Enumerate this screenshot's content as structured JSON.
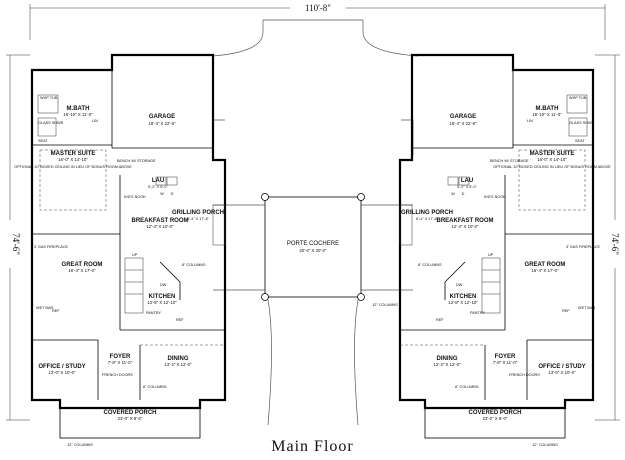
{
  "dimensions": {
    "overall_width": "110'-8\"",
    "overall_depth_left": "74'-6\"",
    "overall_depth_right": "74'-6\""
  },
  "center": {
    "porte_cochere_name": "PORTE COCHERE",
    "porte_cochere_size": "20'-0\" X 20'-0\"",
    "columns_note": "12\" COLUMNS"
  },
  "unit_left": {
    "whirlpool_tub": "WHP TUB",
    "glass_shower": "GLASS SHWR",
    "seat": "SEAT",
    "lin": "LIN",
    "master_bath_name": "M.BATH",
    "master_bath_size": "15'-10\" X 11'-0\"",
    "garage_name": "GARAGE",
    "garage_size": "18'-4\" X 22'-6\"",
    "bench": "BENCH W/ STORAGE",
    "master_suite_name": "MASTER SUITE",
    "master_suite_size": "16'-0\" X 14'-10\"",
    "master_suite_note": "OPTIONAL 10' BOXED CEILING IN LIEU OF BONUS ROOM ABOVE",
    "laundry_name": "LAU",
    "laundry_size": "5'-2\" X 6'-0\"",
    "washer": "W",
    "dryer": "D",
    "kids_nook": "KID'S NOOK",
    "grilling_porch_name": "GRILLING PORCH",
    "grilling_porch_size": "6'-4\" X 17'-8\"",
    "breakfast_name": "BREAKFAST ROOM",
    "breakfast_size": "12'-4\" X 10'-0\"",
    "gas_fireplace": "3' GAS FIREPLACE",
    "great_room_name": "GREAT ROOM",
    "great_room_size": "16'-4\" X 17'-0\"",
    "up": "UP",
    "dw": "DW",
    "columns_8": "8\" COLUMNS",
    "kitchen_name": "KITCHEN",
    "kitchen_size": "13'-8\" X 12'-10\"",
    "wet_bar": "WET BAR",
    "ref": "REF",
    "pantry": "PANTRY",
    "office_name": "OFFICE / STUDY",
    "office_size": "13'-0\" X 10'-0\"",
    "foyer_name": "FOYER",
    "foyer_size": "7'-8\" X 11'-0\"",
    "french_doors": "FRENCH DOORS",
    "dining_name": "DINING",
    "dining_size": "13'-2\" X 12'-0\"",
    "columns_8_lower": "8\" COLUMNS",
    "covered_porch_name": "COVERED PORCH",
    "covered_porch_size": "23'-0\" X 8'-0\"",
    "columns_12": "12\" COLUMNS"
  },
  "unit_right": {
    "whirlpool_tub": "WHP TUB",
    "glass_shower": "GLASS SHWR",
    "seat": "SEAT",
    "lin": "LIN",
    "master_bath_name": "M.BATH",
    "master_bath_size": "15'-10\" X 11'-0\"",
    "garage_name": "GARAGE",
    "garage_size": "18'-4\" X 22'-6\"",
    "bench": "BENCH W/ STORAGE",
    "master_suite_name": "MASTER SUITE",
    "master_suite_size": "16'-0\" X 14'-10\"",
    "master_suite_note": "OPTIONAL 10' BOXED CEILING IN LIEU OF BONUS ROOM ABOVE",
    "laundry_name": "LAU",
    "laundry_size": "5'-2\" X 6'-0\"",
    "washer": "W",
    "dryer": "D",
    "kids_nook": "KID'S NOOK",
    "grilling_porch_name": "GRILLING PORCH",
    "grilling_porch_size": "6'-4\" X 17'-8\"",
    "breakfast_name": "BREAKFAST ROOM",
    "breakfast_size": "12'-4\" X 10'-0\"",
    "gas_fireplace": "3' GAS FIREPLACE",
    "great_room_name": "GREAT ROOM",
    "great_room_size": "16'-4\" X 17'-0\"",
    "up": "UP",
    "dw": "DW",
    "columns_8": "8\" COLUMNS",
    "kitchen_name": "KITCHEN",
    "kitchen_size": "13'-8\" X 12'-10\"",
    "wet_bar": "WET BAR",
    "ref": "REF",
    "pantry": "PANTRY",
    "office_name": "OFFICE / STUDY",
    "office_size": "13'-0\" X 10'-0\"",
    "foyer_name": "FOYER",
    "foyer_size": "7'-8\" X 11'-0\"",
    "french_doors": "FRENCH DOORS",
    "dining_name": "DINING",
    "dining_size": "13'-2\" X 12'-0\"",
    "columns_8_lower": "8\" COLUMNS",
    "covered_porch_name": "COVERED PORCH",
    "covered_porch_size": "23'-0\" X 8'-0\"",
    "columns_12": "12\" COLUMNS"
  },
  "footer": {
    "title": "Main Floor"
  }
}
